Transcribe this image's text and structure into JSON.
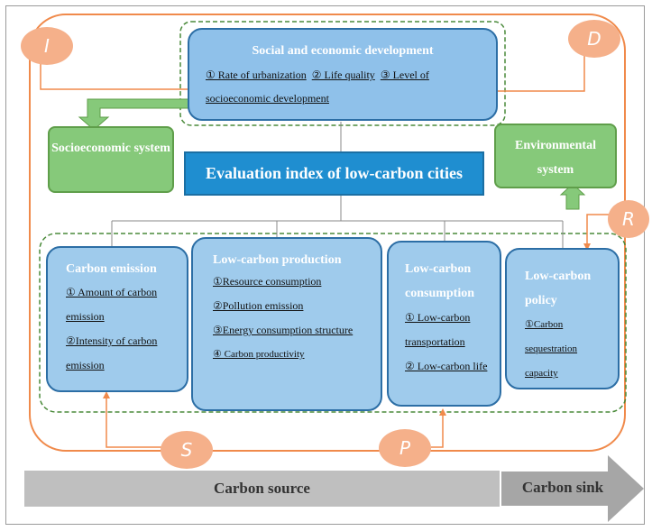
{
  "top_box": {
    "title": "Social and economic development",
    "items": [
      "① Rate of urbanization",
      "② Life quality",
      "③ Level of socioeconomic development"
    ]
  },
  "center": "Evaluation index of low-carbon cities",
  "socioeconomic": "Socioeconomic system",
  "environmental": "Environmental system",
  "carbon_emission": {
    "title": "Carbon emission",
    "items": [
      "① Amount of carbon emission",
      "②Intensity of carbon emission"
    ]
  },
  "production": {
    "title": "Low-carbon production",
    "items": [
      "①Resource consumption",
      "②Pollution emission",
      "③Energy consumption structure",
      "④ Carbon productivity"
    ]
  },
  "consumption": {
    "title": "Low-carbon consumption",
    "items": [
      "① Low-carbon transportation",
      "② Low-carbon life"
    ]
  },
  "policy": {
    "title": "Low-carbon policy",
    "items": [
      "①Carbon sequestration capacity"
    ]
  },
  "circles": {
    "I": "I",
    "D": "D",
    "R": "R",
    "S": "S",
    "P": "P"
  },
  "bottom": {
    "source": "Carbon source",
    "sink": "Carbon sink"
  }
}
